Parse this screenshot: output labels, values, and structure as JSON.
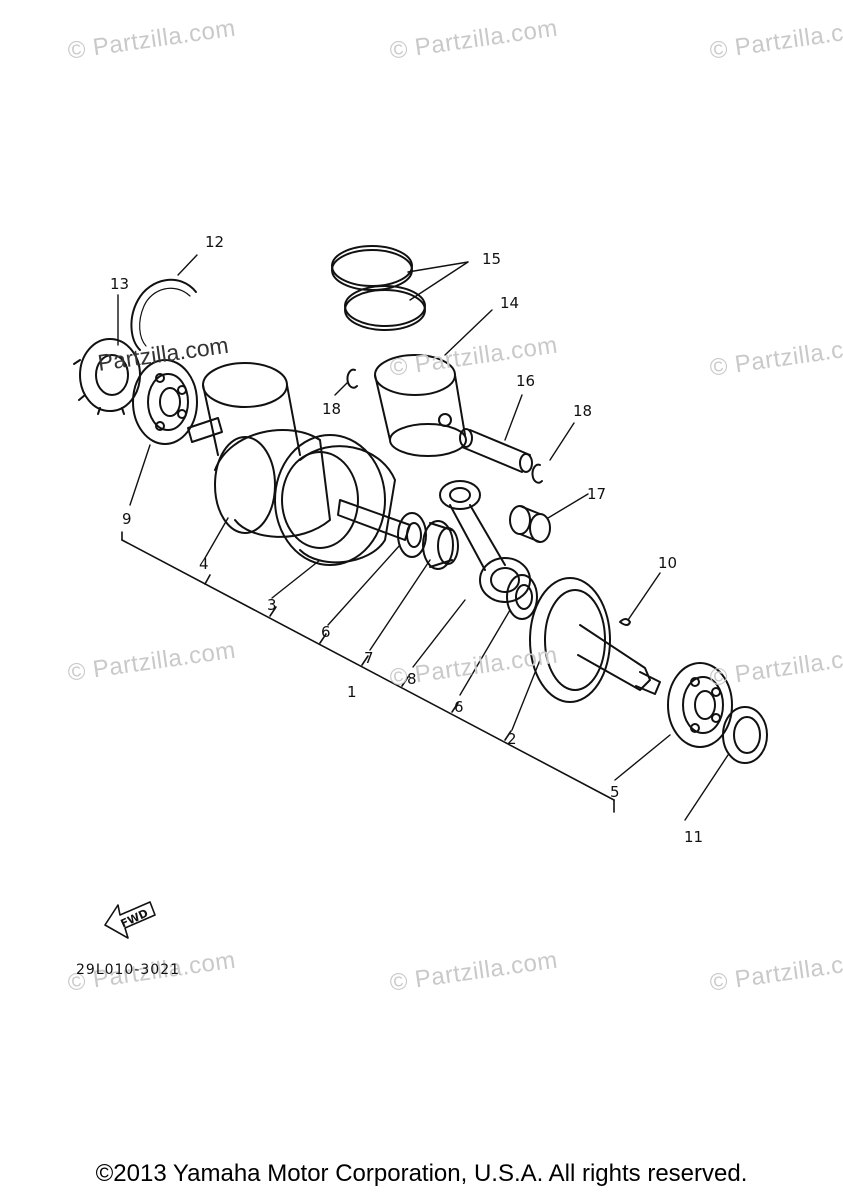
{
  "watermark": "© Partzilla.com",
  "watermark_overlay": "Partzilla.com",
  "callouts": {
    "c1": "1",
    "c2": "2",
    "c3": "3",
    "c4": "4",
    "c5": "5",
    "c6a": "6",
    "c6b": "6",
    "c7": "7",
    "c8": "8",
    "c9": "9",
    "c10": "10",
    "c11": "11",
    "c12": "12",
    "c13": "13",
    "c14": "14",
    "c15": "15",
    "c16": "16",
    "c17": "17",
    "c18a": "18",
    "c18b": "18"
  },
  "fwd_label": "FWD",
  "diagram_code": "29L010-3021",
  "footer": "©2013 Yamaha Motor Corporation, U.S.A. All rights reserved.",
  "colors": {
    "line": "#111111",
    "watermark": "#c9c9c9"
  }
}
